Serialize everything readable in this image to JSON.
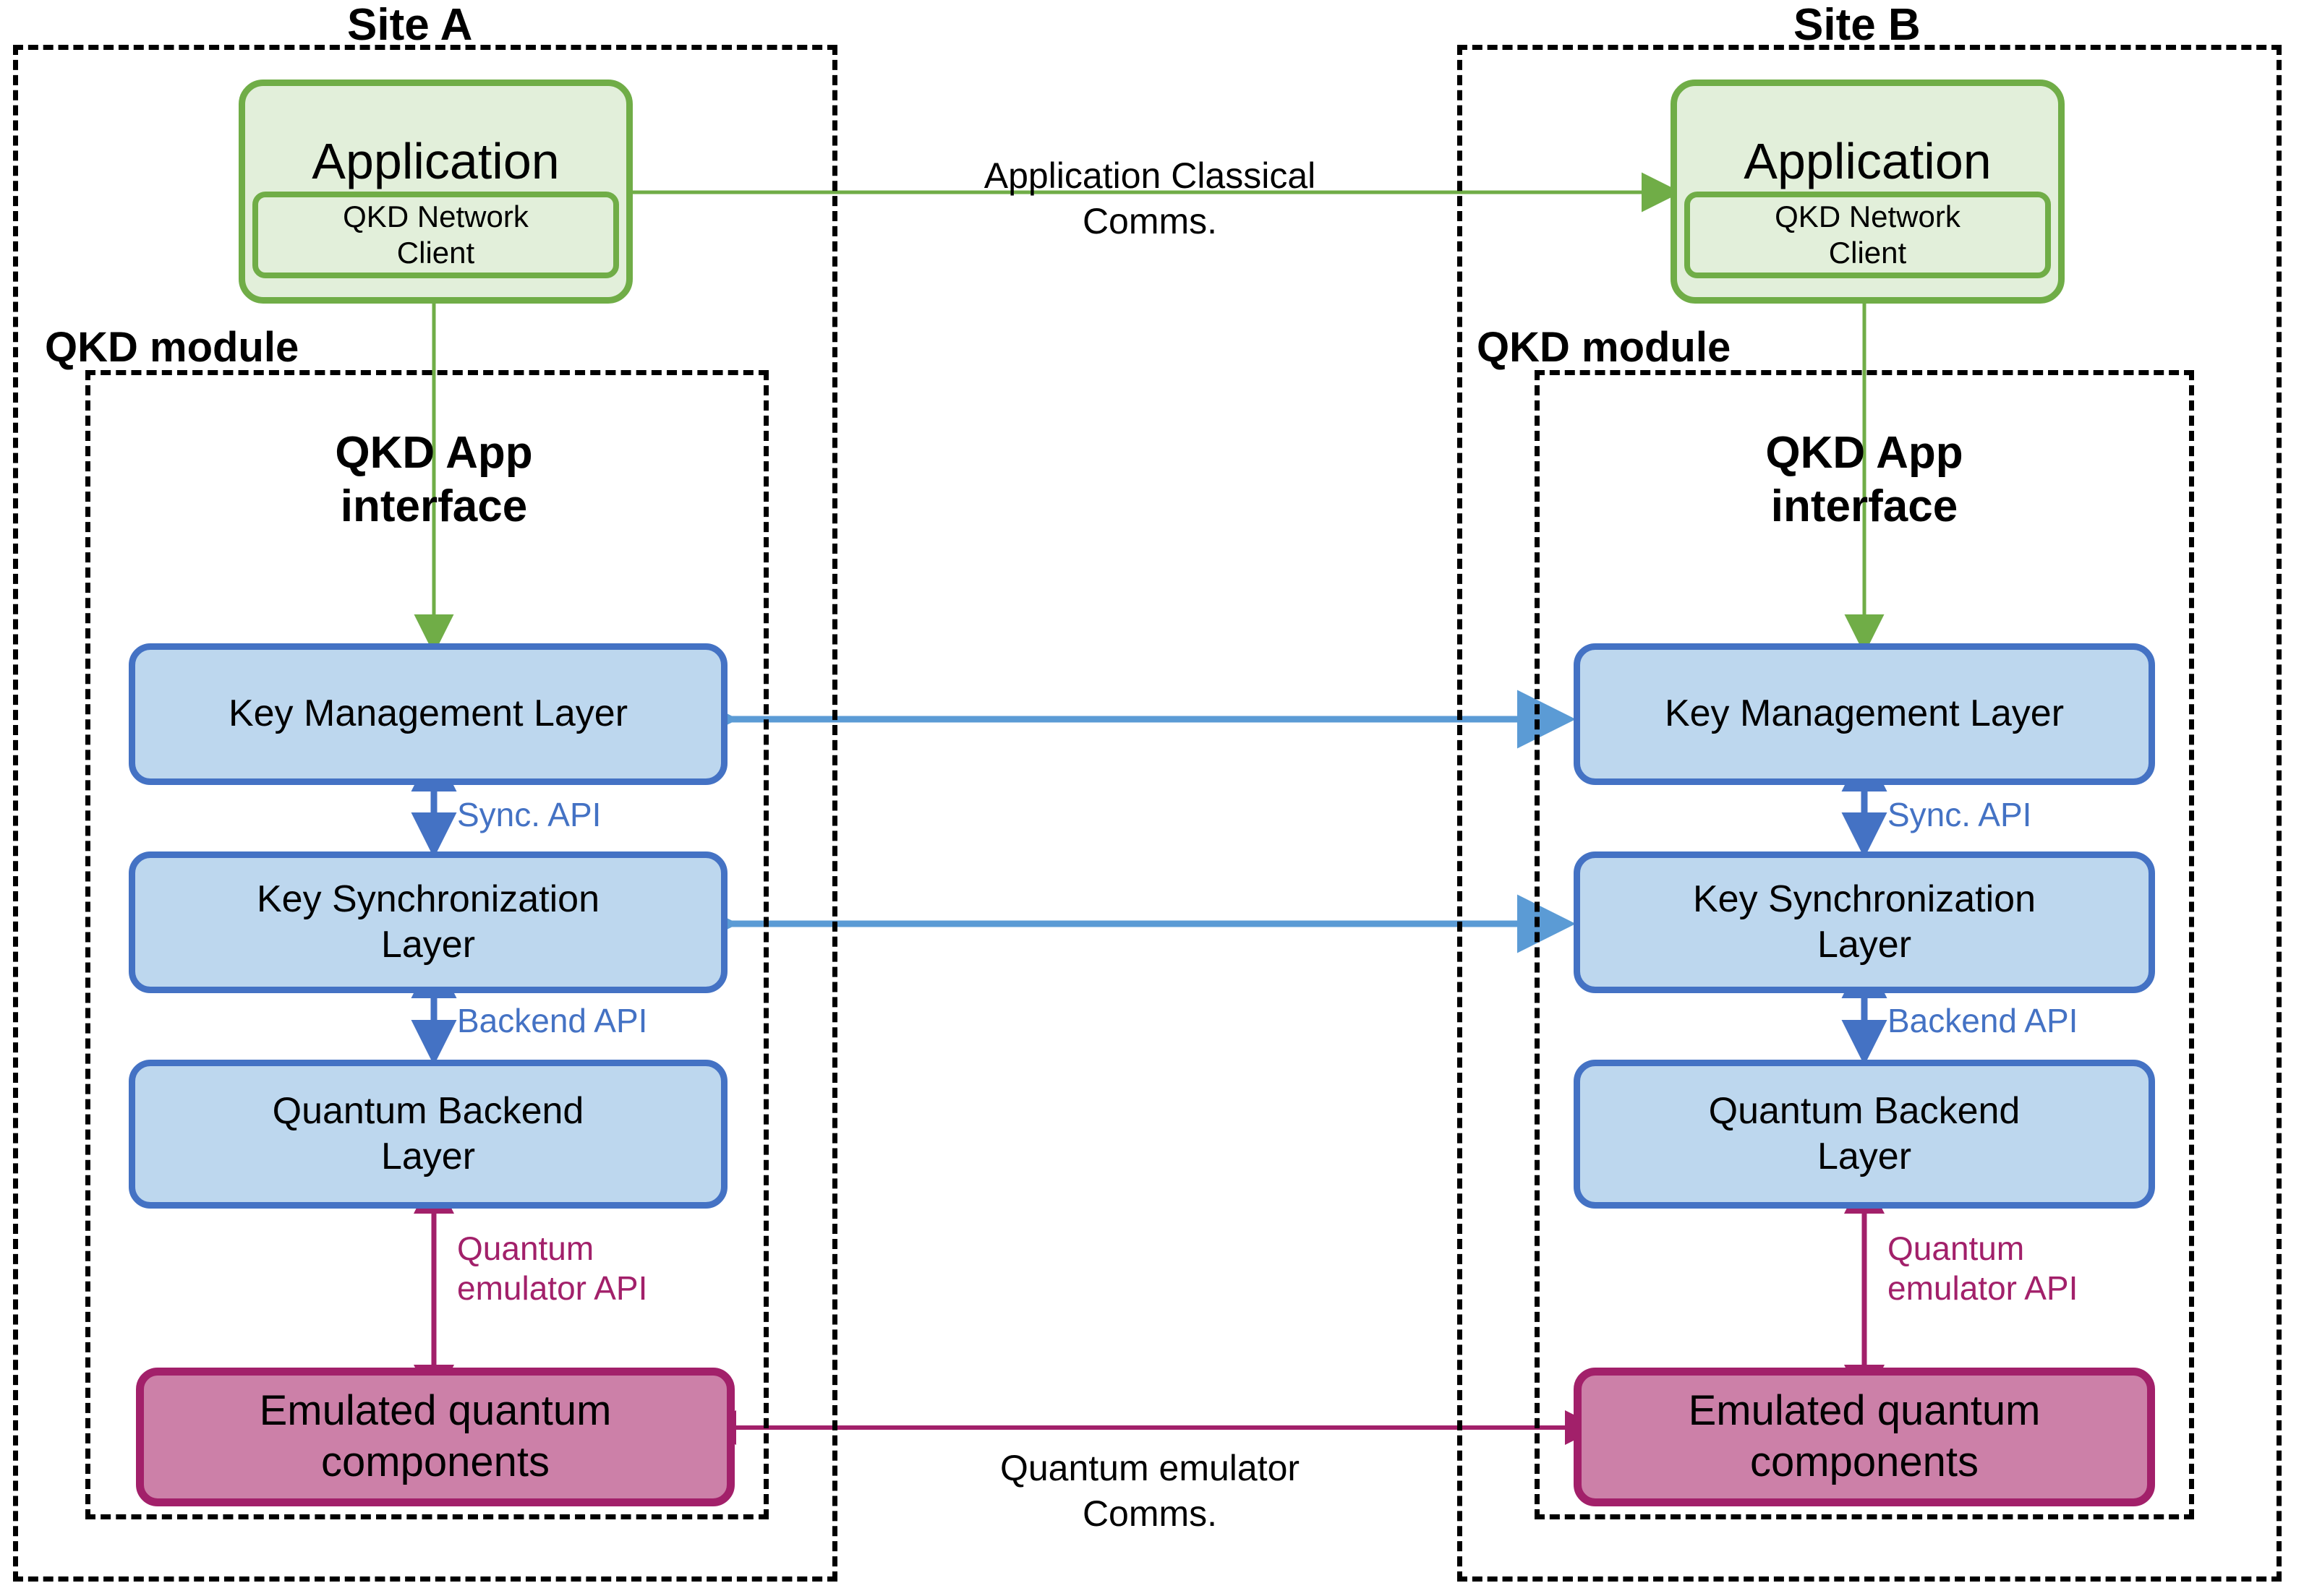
{
  "sites": [
    {
      "id": "site-a",
      "title": "Site A",
      "module_title": "QKD module",
      "application": {
        "title": "Application",
        "client": "QKD Network\nClient"
      },
      "app_interface_label": "QKD App\ninterface",
      "layers": [
        {
          "id": "key-management-layer",
          "label": "Key Management Layer"
        },
        {
          "id": "key-synchronization-layer",
          "label": "Key Synchronization\nLayer"
        },
        {
          "id": "quantum-backend-layer",
          "label": "Quantum Backend\nLayer"
        }
      ],
      "emulated": {
        "label": "Emulated quantum\ncomponents"
      },
      "api_labels": [
        {
          "id": "sync-api",
          "text": "Sync. API"
        },
        {
          "id": "backend-api",
          "text": "Backend  API"
        },
        {
          "id": "quantum-emulator-api",
          "text": "Quantum\nemulator API"
        }
      ]
    },
    {
      "id": "site-b",
      "title": "Site B",
      "module_title": "QKD module",
      "application": {
        "title": "Application",
        "client": "QKD Network\nClient"
      },
      "app_interface_label": "QKD App\ninterface",
      "layers": [
        {
          "id": "key-management-layer",
          "label": "Key Management Layer"
        },
        {
          "id": "key-synchronization-layer",
          "label": "Key Synchronization\nLayer"
        },
        {
          "id": "quantum-backend-layer",
          "label": "Quantum Backend\nLayer"
        }
      ],
      "emulated": {
        "label": "Emulated quantum\ncomponents"
      },
      "api_labels": [
        {
          "id": "sync-api",
          "text": "Sync. API"
        },
        {
          "id": "backend-api",
          "text": "Backend API"
        },
        {
          "id": "quantum-emulator-api",
          "text": "Quantum\nemulator API"
        }
      ]
    }
  ],
  "cross_links": [
    {
      "id": "application-classical-comms",
      "text": "Application Classical\nComms."
    },
    {
      "id": "quantum-emulator-comms",
      "text": "Quantum emulator\nComms."
    }
  ],
  "colors": {
    "application_fill": "#E2EFDA",
    "application_stroke": "#70AD47",
    "layer_fill": "#BDD7EE",
    "layer_stroke": "#4472C4",
    "emulated_fill": "#CC80A8",
    "emulated_stroke": "#A2206A",
    "classical_arrow": "#70AD47",
    "layer_arrow": "#5B9BD5",
    "quantum_arrow": "#A2206A",
    "dashed_border": "#000000"
  }
}
